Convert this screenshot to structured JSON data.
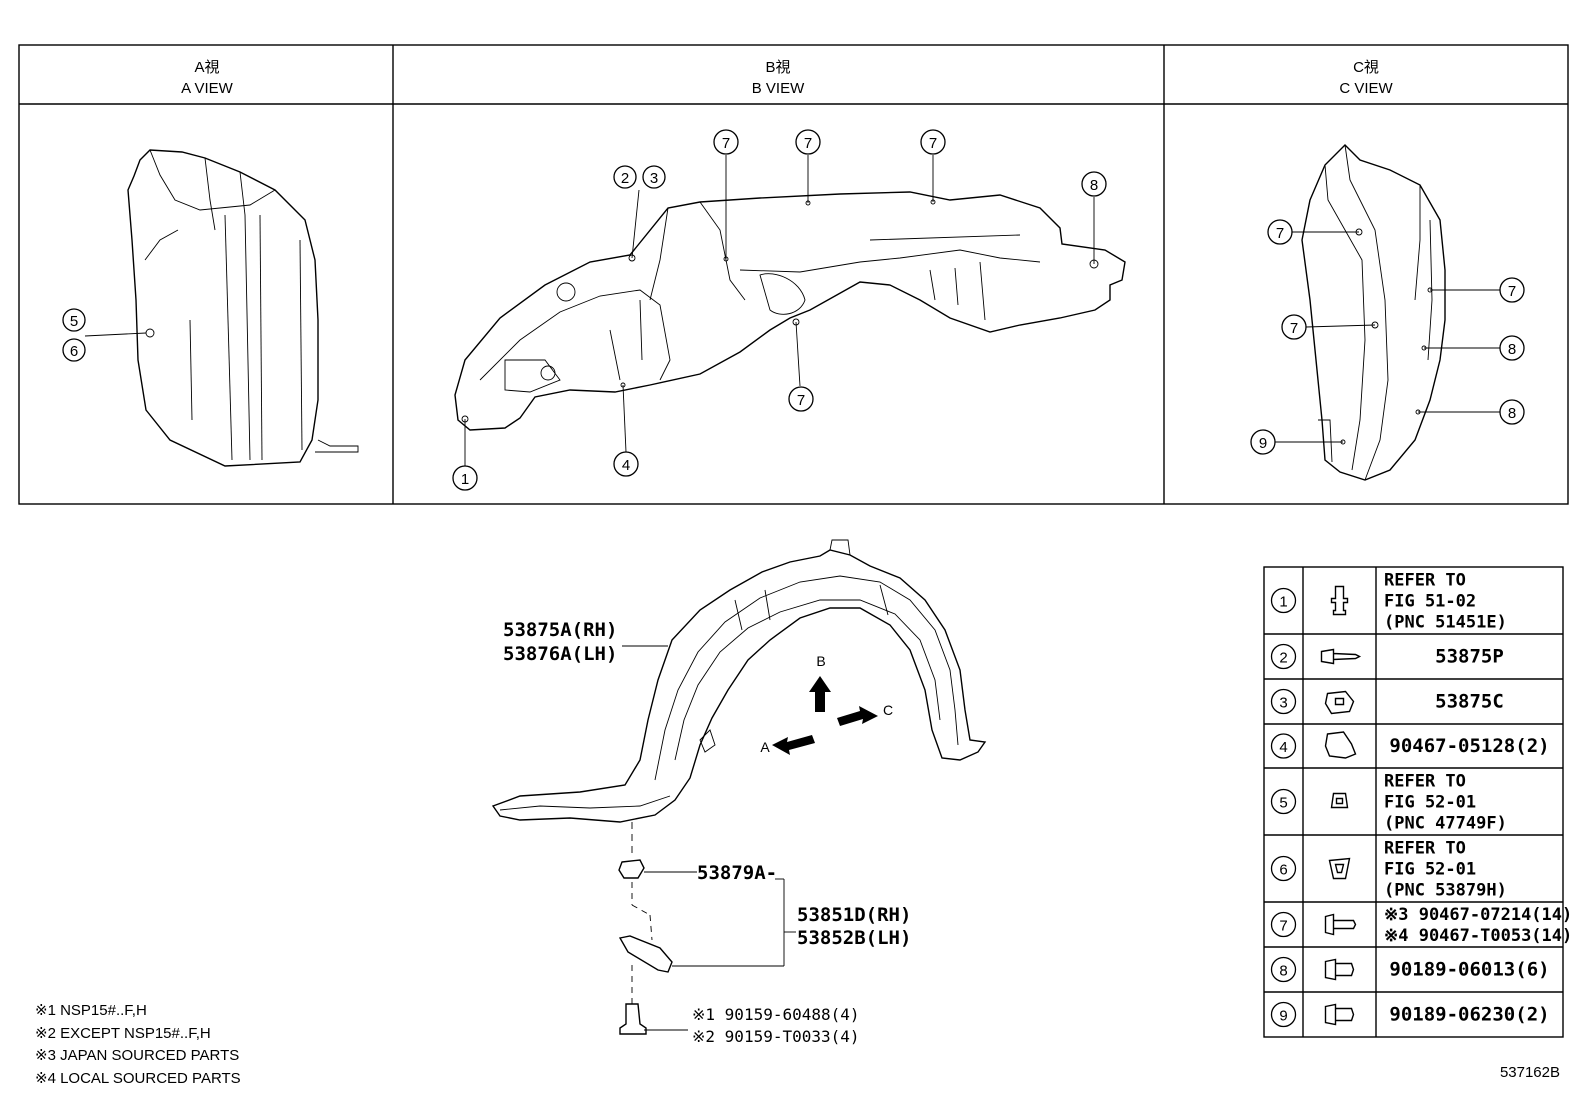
{
  "views": {
    "a": {
      "title_jp": "A視",
      "title_en": "A VIEW"
    },
    "b": {
      "title_jp": "B視",
      "title_en": "B VIEW"
    },
    "c": {
      "title_jp": "C視",
      "title_en": "C VIEW"
    }
  },
  "callouts": {
    "a5": "5",
    "a6": "6",
    "b23a": "2",
    "b23b": "3",
    "b7a": "7",
    "b7b": "7",
    "b7c": "7",
    "b7d": "7",
    "b8": "8",
    "b1": "1",
    "b4": "4",
    "c7a": "7",
    "c7b": "7",
    "c7c": "7",
    "c8a": "8",
    "c8b": "8",
    "c9": "9"
  },
  "parts": {
    "liner_rh": "53875A(RH)",
    "liner_lh": "53876A(LH)",
    "clip": "53879A-",
    "bracket_rh": "53851D(RH)",
    "bracket_lh": "53852B(LH)",
    "bolt_1": "※1 90159-60488(4)",
    "bolt_2": "※2 90159-T0033(4)"
  },
  "arrows": {
    "a": "A",
    "b": "B",
    "c": "C"
  },
  "notes": [
    "※1 NSP15#..F,H",
    "※2 EXCEPT  NSP15#..F,H",
    "※3 JAPAN SOURCED PARTS",
    "※4 LOCAL SOURCED PARTS"
  ],
  "legend": [
    {
      "num": "1",
      "lines": [
        "REFER TO",
        "FIG 51-02",
        "(PNC 51451E)"
      ],
      "icon": "bolt-icon"
    },
    {
      "num": "2",
      "lines": [
        "53875P"
      ],
      "icon": "screw-icon"
    },
    {
      "num": "3",
      "lines": [
        "53875C"
      ],
      "icon": "nut-clip-icon"
    },
    {
      "num": "4",
      "lines": [
        "90467-05128(2)"
      ],
      "icon": "clip-icon"
    },
    {
      "num": "5",
      "lines": [
        "REFER TO",
        "FIG 52-01",
        "(PNC 47749F)"
      ],
      "icon": "grommet-icon"
    },
    {
      "num": "6",
      "lines": [
        "REFER TO",
        "FIG 52-01",
        "(PNC 53879H)"
      ],
      "icon": "retainer-icon"
    },
    {
      "num": "7",
      "lines": [
        "※3 90467-07214(14)",
        "※4 90467-T0053(14)"
      ],
      "icon": "push-rivet-icon"
    },
    {
      "num": "8",
      "lines": [
        "90189-06013(6)"
      ],
      "icon": "grommet-nut-icon"
    },
    {
      "num": "9",
      "lines": [
        "90189-06230(2)"
      ],
      "icon": "grommet-nut-icon"
    }
  ],
  "diagram_code": "537162B"
}
